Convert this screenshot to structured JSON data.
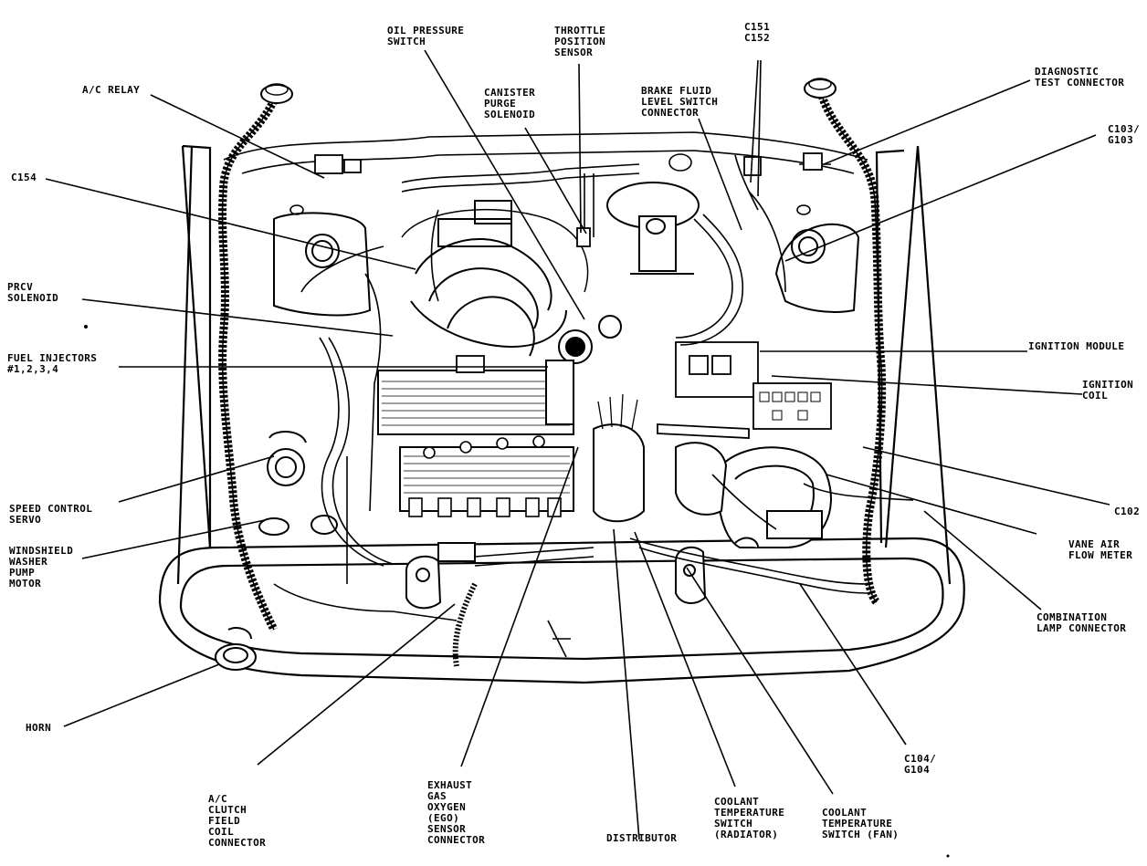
{
  "diagram": {
    "type": "engine compartment component location",
    "labels": {
      "ac_relay": "A/C RELAY",
      "c154": "C154",
      "prcv": "PRCV\nSOLENOID",
      "fuel_inj": "FUEL INJECTORS\n#1,2,3,4",
      "speed_ctl": "SPEED CONTROL\nSERVO",
      "washer": "WINDSHIELD\nWASHER\nPUMP\nMOTOR",
      "horn": "HORN",
      "ac_clutch": "A/C\nCLUTCH\nFIELD\nCOIL\nCONNECTOR",
      "ego": "EXHAUST\nGAS\nOXYGEN\n(EGO)\nSENSOR\nCONNECTOR",
      "distributor": "DISTRIBUTOR",
      "cts_rad": "COOLANT\nTEMPERATURE\nSWITCH\n(RADIATOR)",
      "cts_fan": "COOLANT\nTEMPERATURE\nSWITCH (FAN)",
      "c104": "C104/\nG104",
      "combo_lamp": "COMBINATION\nLAMP CONNECTOR",
      "vane_air": "VANE AIR\nFLOW METER",
      "c102": "C102",
      "ign_coil": "IGNITION\nCOIL",
      "ign_module": "IGNITION MODULE",
      "c103": "C103/\nG103",
      "diag": "DIAGNOSTIC\nTEST CONNECTOR",
      "c151": "C151\nC152",
      "brake_fluid": "BRAKE FLUID\nLEVEL SWITCH\nCONNECTOR",
      "throttle": "THROTTLE\nPOSITION\nSENSOR",
      "canister": "CANISTER\nPURGE\nSOLENOID",
      "oil_press": "OIL PRESSURE\nSWITCH"
    }
  }
}
